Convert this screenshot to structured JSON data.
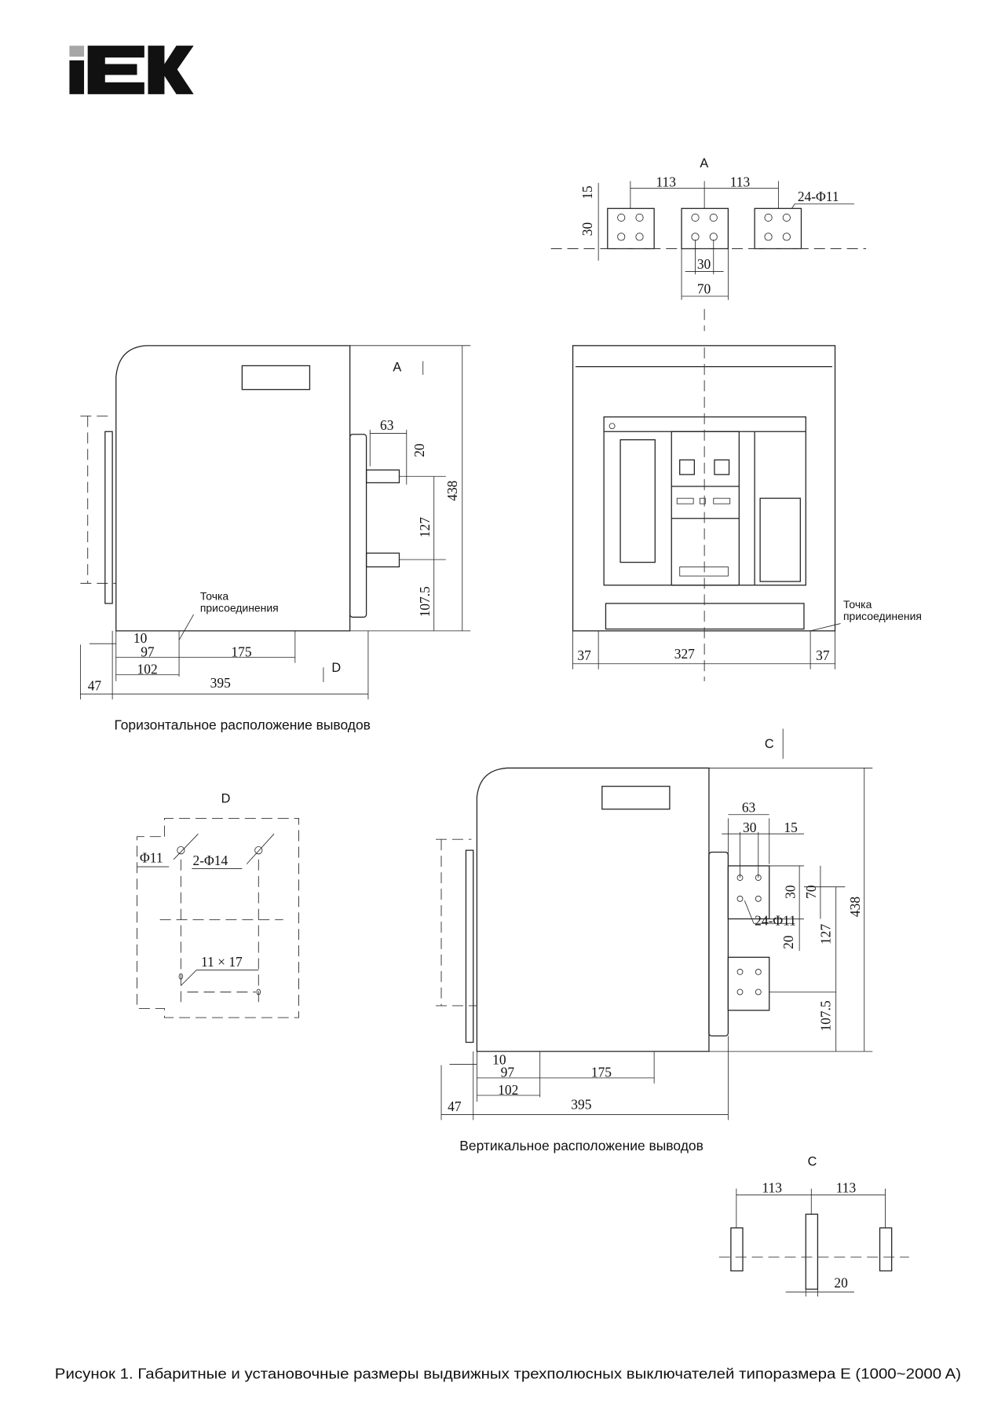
{
  "logo": {
    "text": "IEK",
    "accent": "#a6a6a6",
    "color": "#111111"
  },
  "view_a": {
    "label": "A",
    "dim_113_left": "113",
    "dim_113_right": "113",
    "holes": "24-Φ11",
    "dim_15": "15",
    "dim_30_side": "30",
    "dim_30": "30",
    "dim_70": "70"
  },
  "horizontal": {
    "arrow_a": "A",
    "arrow_d": "D",
    "dim_63": "63",
    "dim_20": "20",
    "dim_438": "438",
    "dim_127": "127",
    "dim_107_5": "107.5",
    "dim_10": "10",
    "dim_97": "97",
    "dim_175": "175",
    "dim_102": "102",
    "dim_395": "395",
    "dim_47": "47",
    "point_line1": "Точка",
    "point_line2": "присоединения",
    "caption": "Горизонтальное расположение выводов"
  },
  "front": {
    "dim_37_left": "37",
    "dim_327": "327",
    "dim_37_right": "37",
    "point_line1": "Точка",
    "point_line2": "присоединения"
  },
  "view_d": {
    "label": "D",
    "hole_11": "Φ11",
    "hole_14": "2-Φ14",
    "slot": "11 × 17"
  },
  "vertical": {
    "arrow_c": "C",
    "dim_63": "63",
    "dim_30_top": "30",
    "dim_15": "15",
    "dim_30": "30",
    "dim_70": "70",
    "holes": "24-Φ11",
    "dim_20": "20",
    "dim_127": "127",
    "dim_438": "438",
    "dim_107_5": "107.5",
    "dim_10": "10",
    "dim_97": "97",
    "dim_175": "175",
    "dim_102": "102",
    "dim_395": "395",
    "dim_47": "47",
    "caption": "Вертикальное расположение выводов"
  },
  "view_c": {
    "label": "C",
    "dim_113_left": "113",
    "dim_113_right": "113",
    "dim_20": "20"
  },
  "footer": {
    "caption": "Рисунок 1. Габаритные и установочные размеры выдвижных трехполюсных выключателей типоразмера E (1000~2000 A)"
  }
}
